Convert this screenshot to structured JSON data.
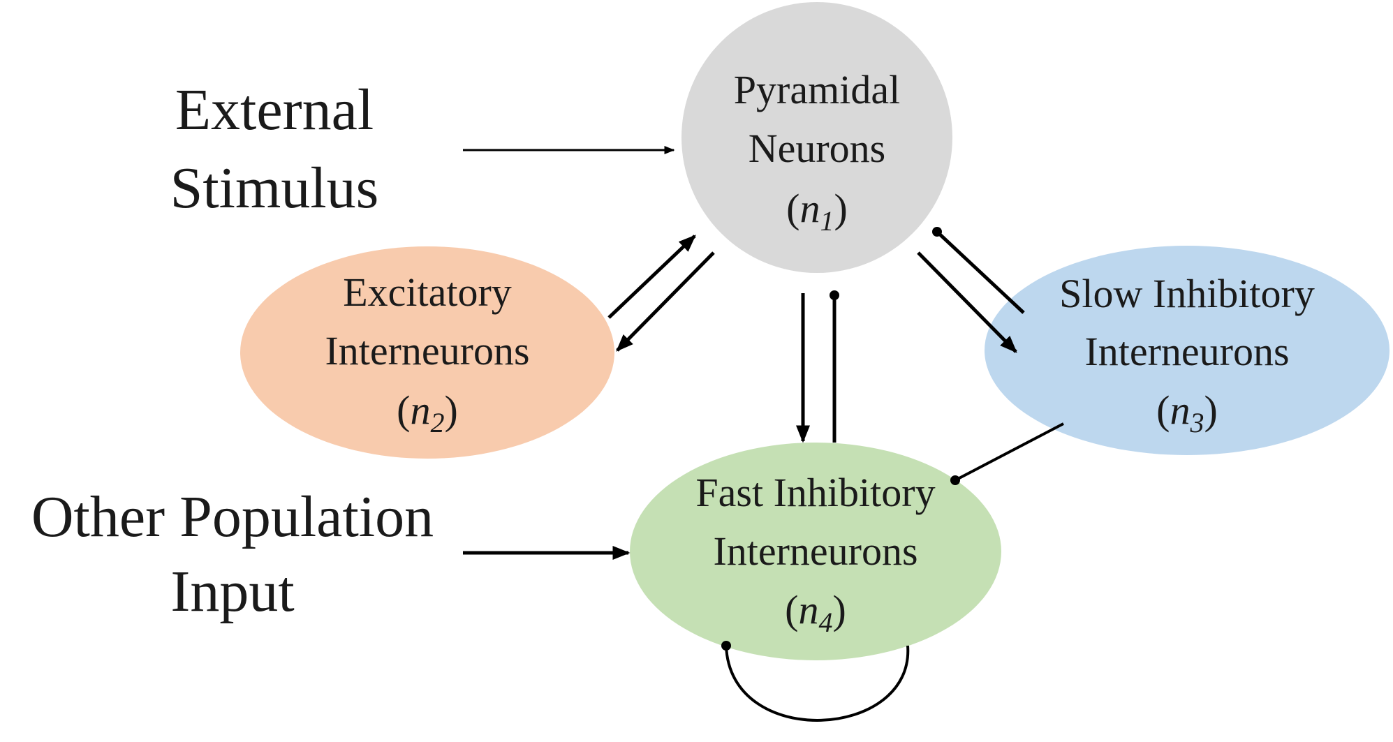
{
  "nodes": {
    "pyramidal": {
      "line1": "Pyramidal",
      "line2": "Neurons",
      "symbol": "n",
      "subscript": "1",
      "color": "#d9d9d9"
    },
    "excitatory": {
      "line1": "Excitatory",
      "line2": "Interneurons",
      "symbol": "n",
      "subscript": "2",
      "color": "#f8cbad"
    },
    "slow_inhibitory": {
      "line1": "Slow Inhibitory",
      "line2": "Interneurons",
      "symbol": "n",
      "subscript": "3",
      "color": "#bdd7ee"
    },
    "fast_inhibitory": {
      "line1": "Fast Inhibitory",
      "line2": "Interneurons",
      "symbol": "n",
      "subscript": "4",
      "color": "#c5e0b4"
    }
  },
  "inputs": {
    "external": {
      "line1": "External",
      "line2": "Stimulus"
    },
    "other_population": {
      "line1": "Other Population",
      "line2": "Input"
    }
  },
  "edges": [
    {
      "from": "External Stimulus",
      "to": "Pyramidal Neurons",
      "type": "excitatory-arrow"
    },
    {
      "from": "Other Population Input",
      "to": "Fast Inhibitory Interneurons",
      "type": "excitatory-arrow"
    },
    {
      "from": "Excitatory Interneurons",
      "to": "Pyramidal Neurons",
      "type": "excitatory-arrow"
    },
    {
      "from": "Pyramidal Neurons",
      "to": "Excitatory Interneurons",
      "type": "excitatory-arrow"
    },
    {
      "from": "Pyramidal Neurons",
      "to": "Slow Inhibitory Interneurons",
      "type": "excitatory-arrow"
    },
    {
      "from": "Slow Inhibitory Interneurons",
      "to": "Pyramidal Neurons",
      "type": "inhibitory-dot"
    },
    {
      "from": "Pyramidal Neurons",
      "to": "Fast Inhibitory Interneurons",
      "type": "excitatory-arrow"
    },
    {
      "from": "Fast Inhibitory Interneurons",
      "to": "Pyramidal Neurons",
      "type": "inhibitory-dot"
    },
    {
      "from": "Slow Inhibitory Interneurons",
      "to": "Fast Inhibitory Interneurons",
      "type": "inhibitory-dot"
    },
    {
      "from": "Fast Inhibitory Interneurons",
      "to": "Fast Inhibitory Interneurons",
      "type": "inhibitory-dot"
    }
  ]
}
